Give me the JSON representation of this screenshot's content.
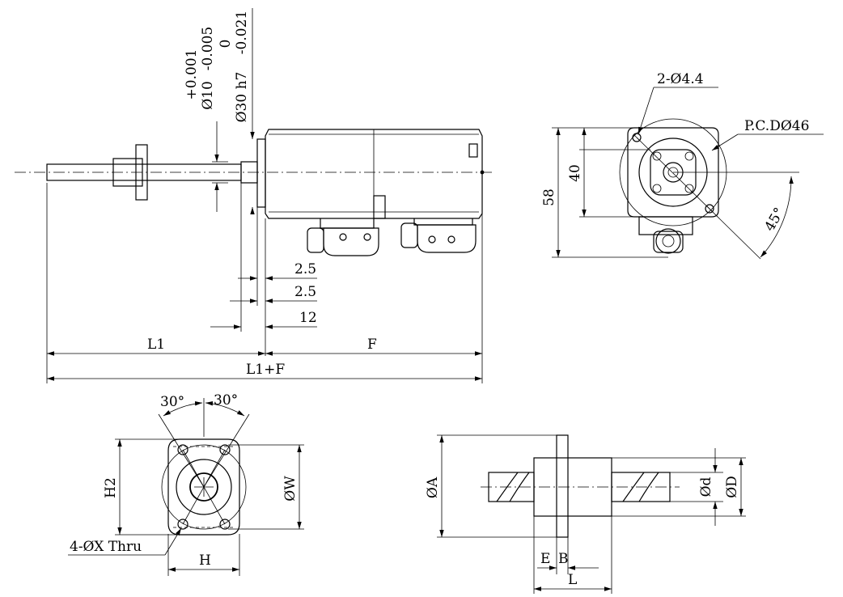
{
  "side_view": {
    "tolerance_upper_10": "+0.001",
    "tolerance_lower_10": "-0.005",
    "diameter_10": "Ø10",
    "tolerance_upper_30": "0",
    "tolerance_lower_30": "-0.021",
    "diameter_30": "Ø30 h7",
    "dim_2_5_a": "2.5",
    "dim_2_5_b": "2.5",
    "dim_12": "12",
    "dim_L1": "L1",
    "dim_F": "F",
    "dim_L1F": "L1+F"
  },
  "end_view": {
    "holes_label": "2-Ø4.4",
    "pcd_label": "P.C.DØ46",
    "dim_58": "58",
    "dim_40": "40",
    "angle_45": "45°"
  },
  "flange_view": {
    "angle_left": "30°",
    "angle_right": "30°",
    "dim_H2": "H2",
    "dim_W": "ØW",
    "holes_label": "4-ØX Thru",
    "dim_H": "H"
  },
  "nut_view": {
    "dim_A": "ØA",
    "dim_d": "Ød",
    "dim_D": "ØD",
    "dim_E": "E",
    "dim_B": "B",
    "dim_L": "L"
  }
}
